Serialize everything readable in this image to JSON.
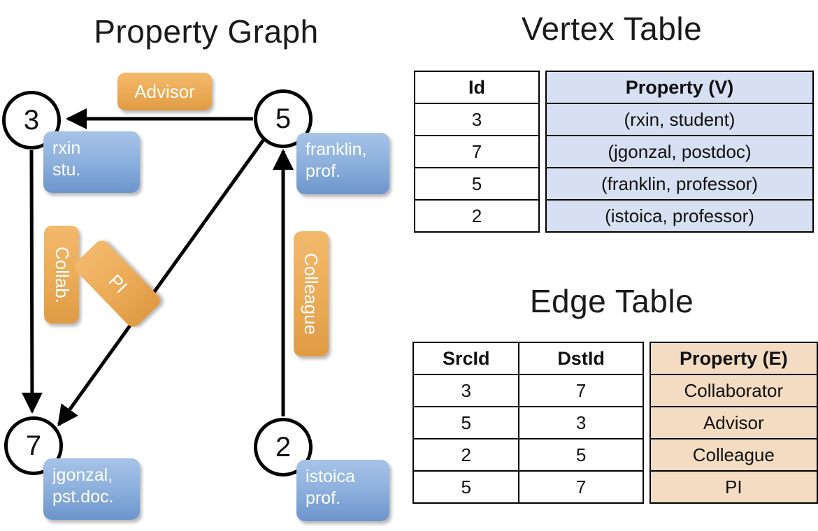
{
  "titles": {
    "property_graph": "Property Graph",
    "vertex_table": "Vertex Table",
    "edge_table": "Edge Table"
  },
  "graph": {
    "nodes": [
      {
        "id": "3",
        "label": "3",
        "property_lines": [
          "rxin",
          "stu."
        ]
      },
      {
        "id": "5",
        "label": "5",
        "property_lines": [
          "franklin,",
          "prof."
        ]
      },
      {
        "id": "7",
        "label": "7",
        "property_lines": [
          "jgonzal,",
          "pst.doc."
        ]
      },
      {
        "id": "2",
        "label": "2",
        "property_lines": [
          "istoica",
          "prof."
        ]
      }
    ],
    "edge_labels": [
      {
        "name": "advisor",
        "text": "Advisor"
      },
      {
        "name": "collab",
        "text": "Collab."
      },
      {
        "name": "pi",
        "text": "PI"
      },
      {
        "name": "colleague",
        "text": "Colleague"
      }
    ],
    "edges": [
      {
        "src": "5",
        "dst": "3",
        "label": "Advisor"
      },
      {
        "src": "3",
        "dst": "7",
        "label": "Collab."
      },
      {
        "src": "5",
        "dst": "7",
        "label": "PI"
      },
      {
        "src": "2",
        "dst": "5",
        "label": "Colleague"
      }
    ]
  },
  "vertex_table": {
    "headers": [
      "Id",
      "Property (V)"
    ],
    "rows": [
      {
        "id": "3",
        "property": "(rxin, student)"
      },
      {
        "id": "7",
        "property": "(jgonzal, postdoc)"
      },
      {
        "id": "5",
        "property": "(franklin, professor)"
      },
      {
        "id": "2",
        "property": "(istoica, professor)"
      }
    ]
  },
  "edge_table": {
    "headers": [
      "SrcId",
      "DstId",
      "Property (E)"
    ],
    "rows": [
      {
        "src": "3",
        "dst": "7",
        "property": "Collaborator"
      },
      {
        "src": "5",
        "dst": "3",
        "property": "Advisor"
      },
      {
        "src": "2",
        "dst": "5",
        "property": "Colleague"
      },
      {
        "src": "5",
        "dst": "7",
        "property": "PI"
      }
    ]
  },
  "colors": {
    "vertex_fill": "#d6e0f2",
    "edge_fill": "#f4dcc2",
    "node_box_blue": "#8fb2de",
    "edge_label_orange": "#ecac58",
    "stroke": "#000000"
  }
}
